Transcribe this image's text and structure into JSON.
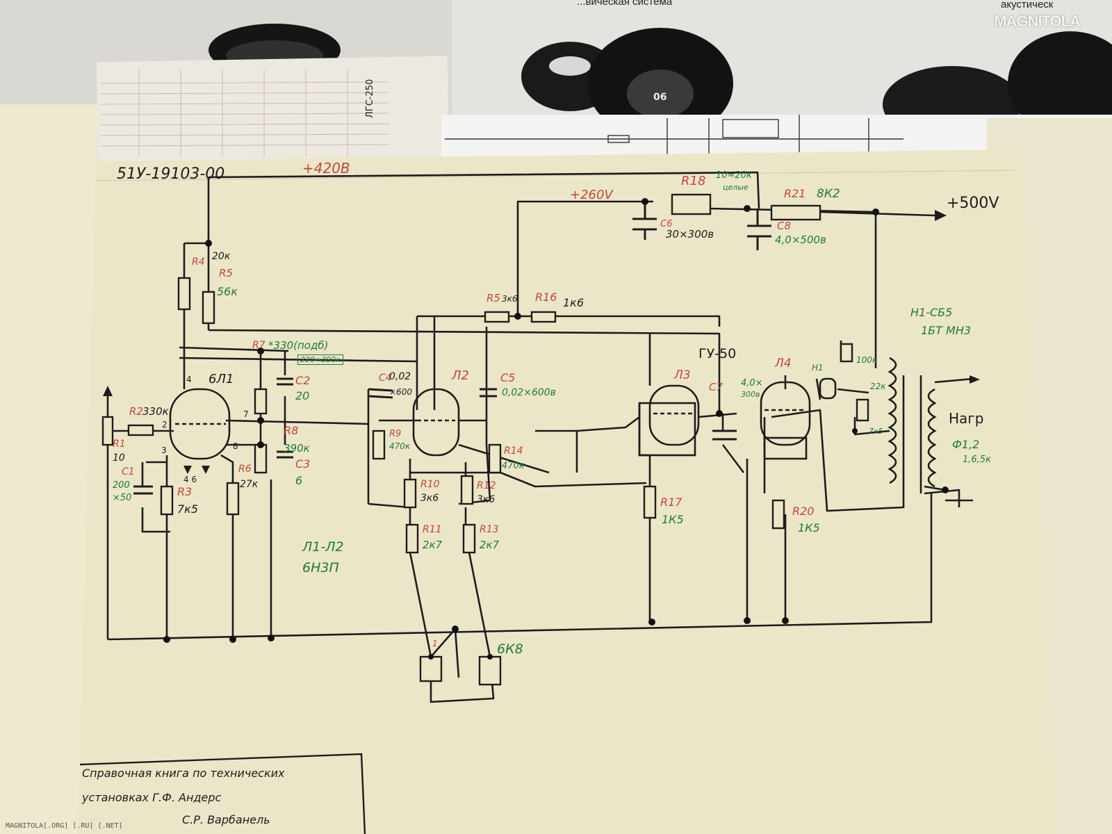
{
  "header": {
    "top_caption_left": "...вическая система",
    "top_caption_right": "акустическ",
    "speaker_number": "06",
    "brand": "MAGNITOLA",
    "tape_label": "ЛГС-250"
  },
  "schematic": {
    "title_code": "51У-19103-00",
    "supply_420": "+420В",
    "supply_260": "+260V",
    "supply_500": "+500V",
    "r4": "R4",
    "r4_val": "20к",
    "r5": "R5",
    "r5_val": "56к",
    "r7": "R7",
    "r7_val": "*330(подб)",
    "r7_range": "220÷390к",
    "c2": "C2",
    "c2_val": "20",
    "r8": "R8",
    "r8_val": "390к",
    "c3": "C3",
    "c3_val": "6",
    "r2": "R2",
    "r2_val": "330к",
    "r1": "R1",
    "r1_val": "10",
    "c1": "C1",
    "c1_val": "200",
    "c1_val2": "×50",
    "r3": "R3",
    "r3_val": "7к5",
    "r6": "R6",
    "r6_val": "27к",
    "tube1": "6Л1",
    "tube1_pin4": "4",
    "tube1_pin7": "7",
    "tube1_pin2": "2",
    "tube1_pin3": "3",
    "tube1_pin8": "8",
    "tube1_pins_bottom": "4  6",
    "c4": "C4",
    "c4_val": "0,02",
    "c4_val2": "×600",
    "tube2": "Л2",
    "c5": "C5",
    "c5_val": "0,02×600в",
    "r9": "R9",
    "r9_val": "470к",
    "r14": "R14",
    "r14_val": "470к",
    "r10": "R10",
    "r10_val": "3к6",
    "r12": "R12",
    "r12_val": "3к6",
    "r11": "R11",
    "r11_val": "2к7",
    "r13": "R13",
    "r13_val": "2к7",
    "r15": "R5",
    "r15_val": "3к6",
    "r16": "R16",
    "r16_val": "1к6",
    "r18": "R18",
    "r18_note": "10=20к",
    "r18_note2": "целые",
    "c6": "C6",
    "c6_val": "30×300в",
    "c8": "C8",
    "c8_val": "4,0×500в",
    "r21": "R21",
    "r21_val": "8К2",
    "tube_type": "ГУ-50",
    "tube3": "Л3",
    "tube4": "Л4",
    "c7": "C7",
    "c7_val": "4,0×",
    "c7_val2": "300в",
    "r17": "R17",
    "r17_val": "1К5",
    "r20": "R20",
    "r20_val": "1К5",
    "r19_val": "100к",
    "r19b_val": "22к",
    "r19c_val": "7к5",
    "lamp": "Н1",
    "lamp_label": "Н1-СБ5",
    "lamp_label2": "1БТ МН3",
    "load": "Нагр",
    "load_val": "Ф1,2",
    "load_val2": "1,6,5к",
    "tubes_note": "Л1-Л2",
    "tubes_note2": "6Н3П",
    "diode": "6К8",
    "diode_pin": "1",
    "ref_line1": "Справочная книга по технических",
    "ref_line2": "установках   Г.Ф. Андерс",
    "ref_line3": "С.Р. Варбанель"
  },
  "footer": "MAGNITOLA[.ORG] [.RU] [.NET]"
}
